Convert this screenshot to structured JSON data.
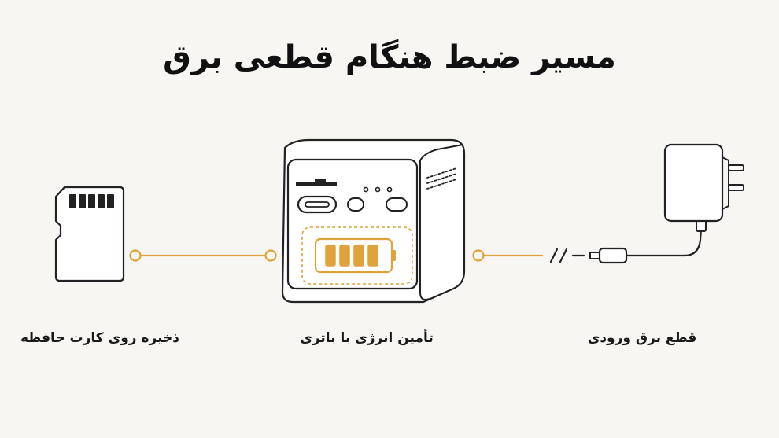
{
  "title": "مسیر ضبط هنگام قطعی برق",
  "stages": [
    {
      "id": "memory-card",
      "label": "ذخیره روی کارت حافظه",
      "icon": "sd-card-icon"
    },
    {
      "id": "battery",
      "label": "تأمین انرژی با باتری",
      "icon": "battery-device-icon"
    },
    {
      "id": "power-cut",
      "label": "قطع برق ورودی",
      "icon": "power-adapter-icon"
    }
  ],
  "colors": {
    "background": "#f7f6f3",
    "line": "#222222",
    "accent": "#e0a23a",
    "device_body": "#ffffff"
  },
  "battery_level": {
    "filled_cells": 4,
    "total_cells": 4
  }
}
